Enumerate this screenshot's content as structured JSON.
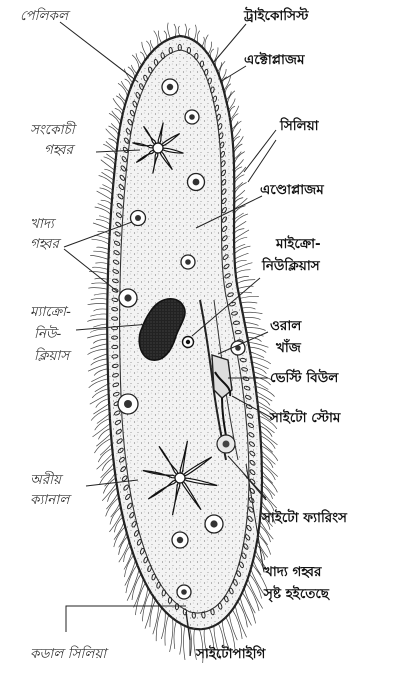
{
  "labels": {
    "pellicle": "পেলিকল",
    "trichocyst": "ট্রাইকোসিস্ট",
    "ectoplasm": "এক্টোপ্লাজম",
    "contractile_vacuole_1": "সংকোচী",
    "contractile_vacuole_2": "গহ্বর",
    "cilia": "সিলিয়া",
    "endoplasm": "এণ্ডোপ্লাজম",
    "food_vacuole_1": "খাদ্য",
    "food_vacuole_2": "গহ্বর",
    "micronucleus_1": "মাইক্রো-",
    "micronucleus_2": "নিউক্লিয়াস",
    "macronucleus_1": "ম্যাক্রো-",
    "macronucleus_2": "নিউ-",
    "macronucleus_3": "ক্লিয়াস",
    "oral_groove_1": "ওরাল",
    "oral_groove_2": "খাঁজ",
    "vestibule": "ভেস্টি বিউল",
    "cytostome": "সাইটো স্টোম",
    "radial_canal_1": "অরীয়",
    "radial_canal_2": "ক্যানাল",
    "cytopharynx": "সাইটো ফ্যারিংস",
    "forming_food_vacuole_1": "খাদ্য গহ্বর",
    "forming_food_vacuole_2": "সৃষ্ট হইতেছে",
    "caudal_cilia": "কডাল সিলিয়া",
    "cytopyge": "সাইটোপাইগি"
  }
}
